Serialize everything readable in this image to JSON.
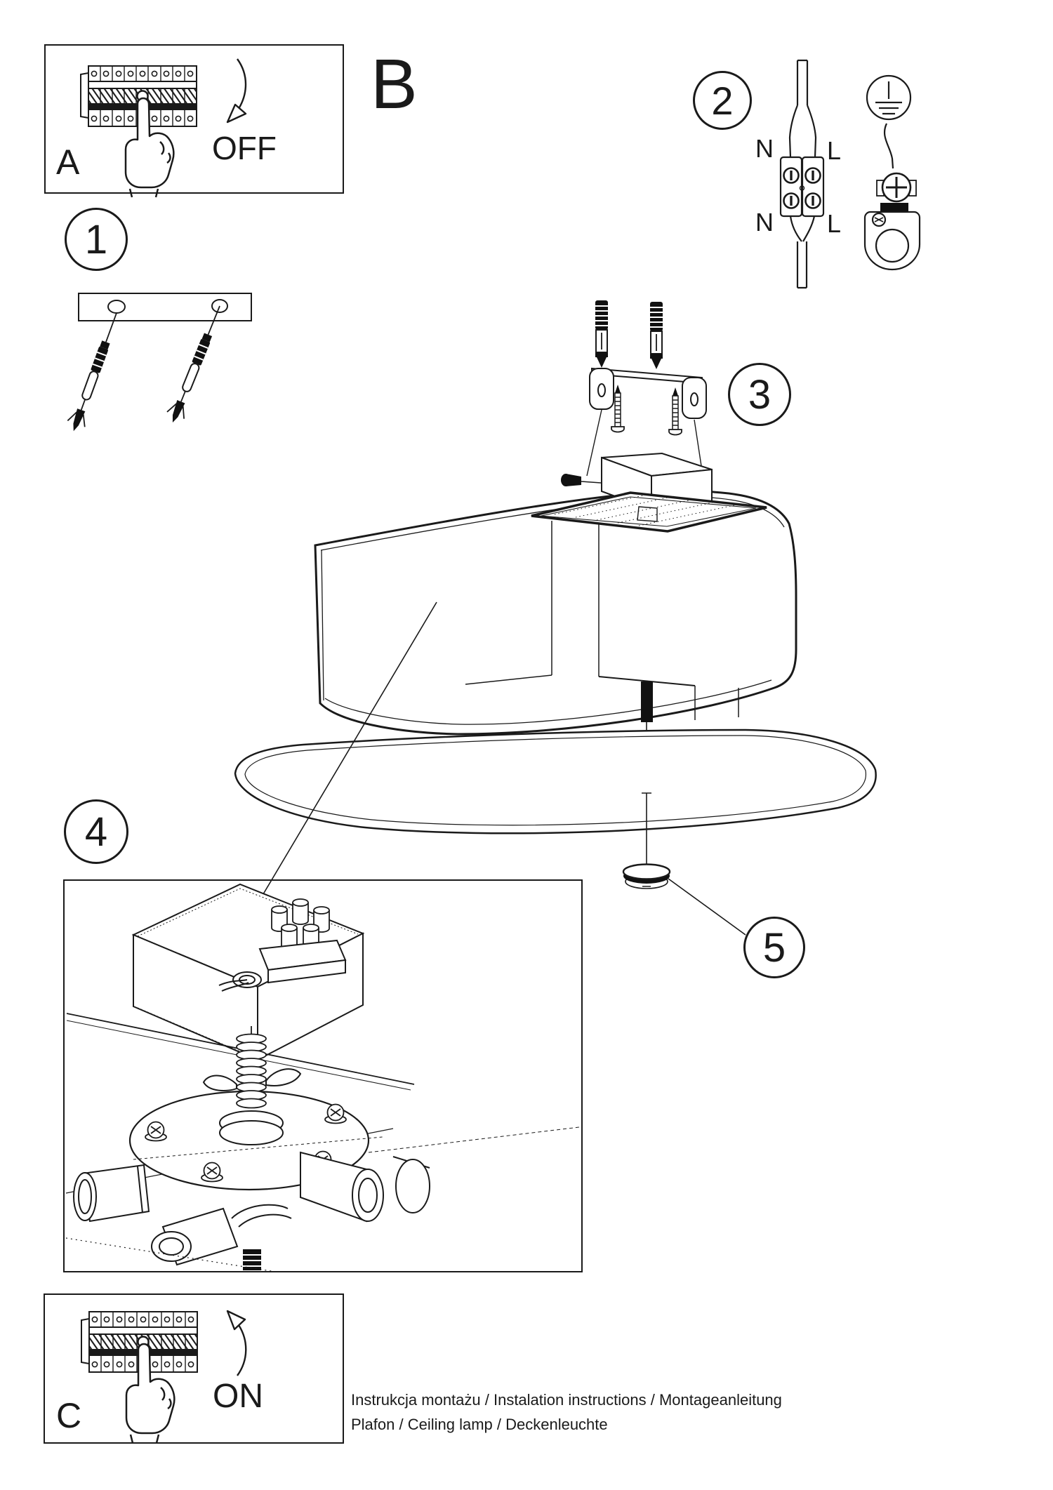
{
  "sheet": {
    "panel_a": {
      "label": "A",
      "action": "OFF"
    },
    "panel_b": {
      "label": "B"
    },
    "panel_c": {
      "label": "C",
      "action": "ON"
    },
    "steps": {
      "1": "1",
      "2": "2",
      "3": "3",
      "4": "4",
      "5": "5"
    },
    "wiring": {
      "neutral_top": "N",
      "line_top": "L",
      "neutral_bottom": "N",
      "line_bottom": "L"
    },
    "footer": {
      "line1": "Instrukcja montażu / Instalation instructions / Montageanleitung",
      "line2": "Plafon / Ceiling lamp / Deckenleuchte"
    },
    "colors": {
      "ink": "#1a1a1a",
      "paper": "#ffffff"
    }
  }
}
